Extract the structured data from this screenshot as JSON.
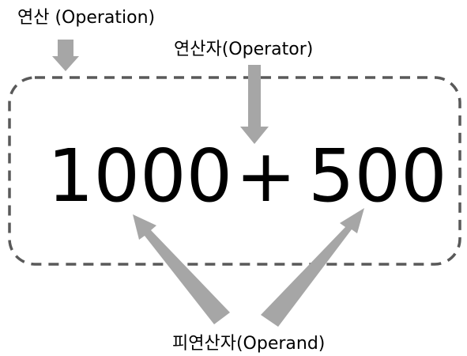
{
  "labels": {
    "operation": "연산 (Operation)",
    "operator": "연산자(Operator)",
    "operand": "피연산자(Operand)"
  },
  "expression": {
    "left": "1000",
    "operator": "+",
    "right": "500"
  },
  "colors": {
    "arrow": "#a6a6a6",
    "border": "#595959",
    "text": "#000000"
  }
}
